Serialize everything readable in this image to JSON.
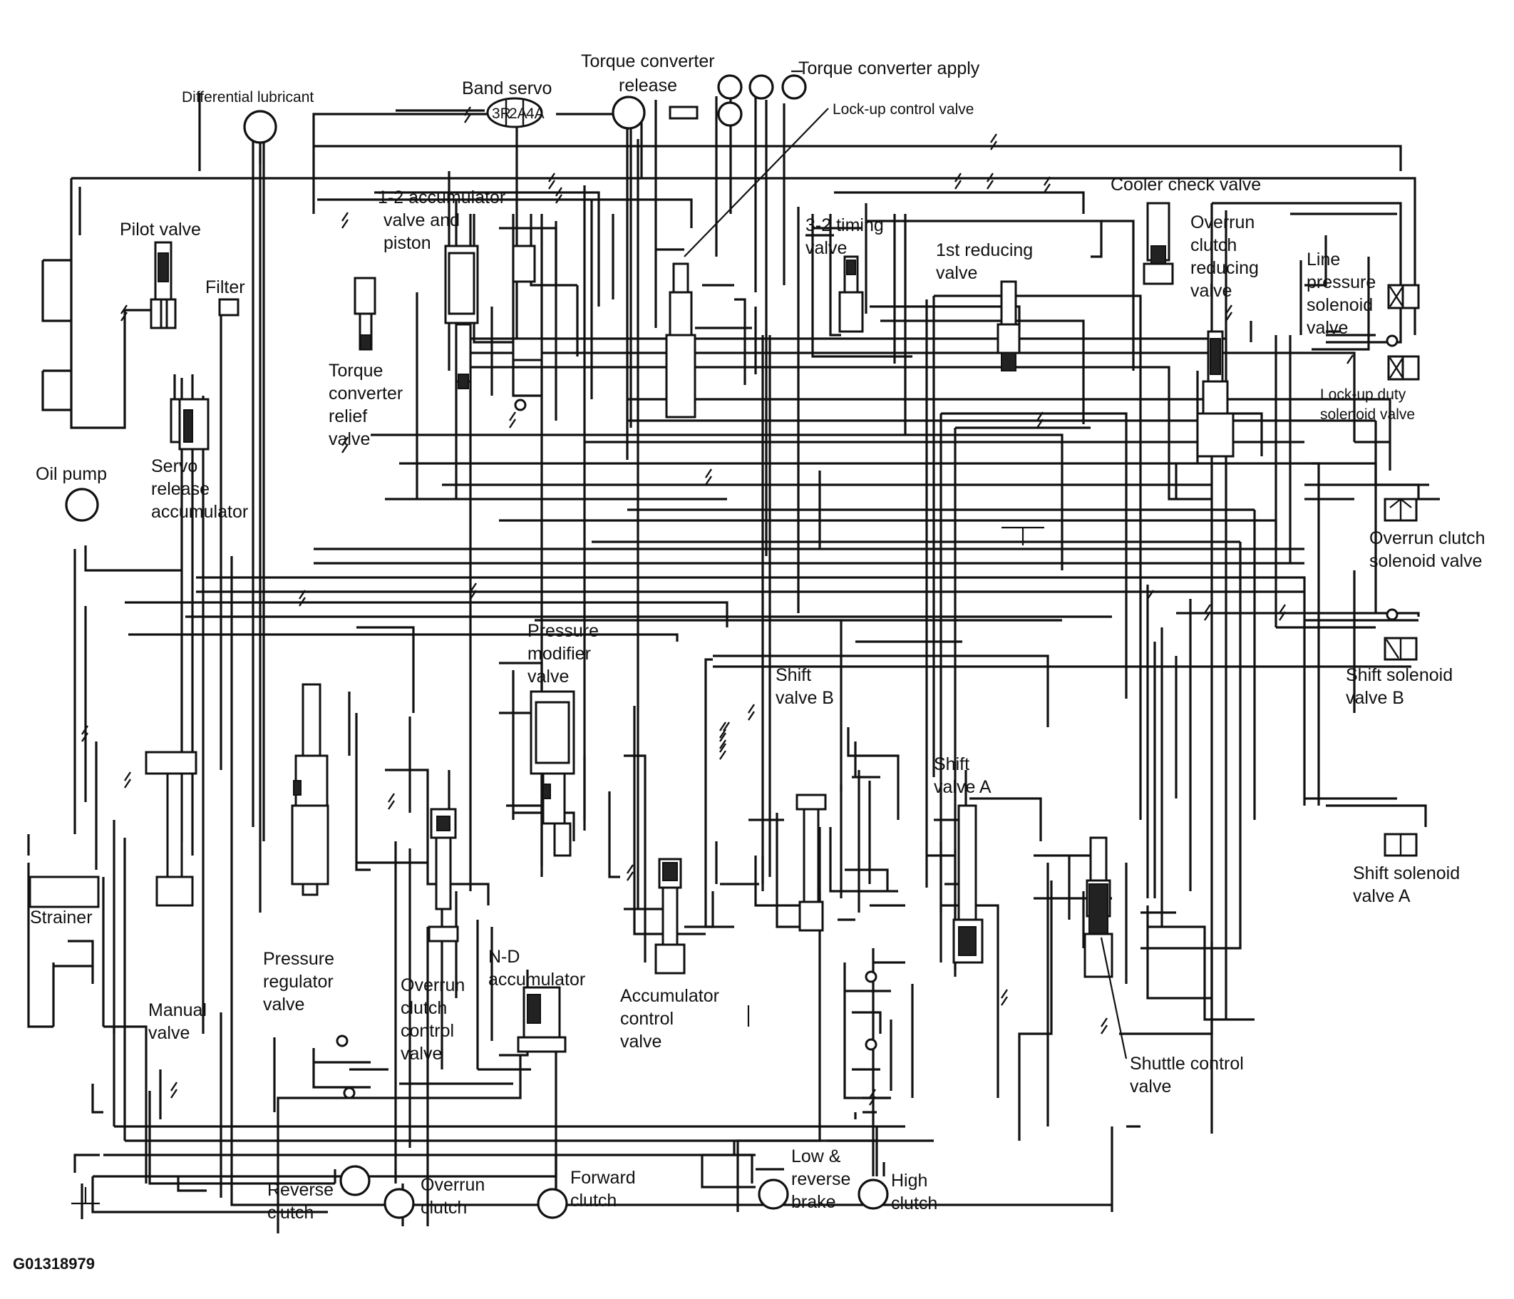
{
  "figure_id": "G01318979",
  "labels": {
    "differential_lubricant": [
      "Differential lubricant"
    ],
    "band_servo": [
      "Band servo"
    ],
    "band_servo_ports": [
      "3R",
      "2A",
      "4A"
    ],
    "torque_converter_release": [
      "Torque converter",
      "release"
    ],
    "torque_converter_apply": [
      "Torque converter apply"
    ],
    "lockup_control_valve": [
      "Lock-up control valve"
    ],
    "pilot_valve": [
      "Pilot valve"
    ],
    "filter": [
      "Filter"
    ],
    "accumulator_1_2": [
      "1-2 accumulator",
      "valve and",
      "piston"
    ],
    "timing_valve_3_2": [
      "3-2 timing",
      "valve"
    ],
    "first_reducing_valve": [
      "1st reducing",
      "valve"
    ],
    "cooler_check_valve": [
      "Cooler check valve"
    ],
    "overrun_clutch_reducing_valve": [
      "Overrun",
      "clutch",
      "reducing",
      "valve"
    ],
    "line_pressure_solenoid_valve": [
      "Line",
      "pressure",
      "solenoid",
      "valve"
    ],
    "lockup_duty_solenoid_valve": [
      "Lock-up duty",
      "solenoid valve"
    ],
    "torque_converter_relief_valve": [
      "Torque",
      "converter",
      "relief",
      "valve"
    ],
    "servo_release_accumulator": [
      "Servo",
      "release",
      "accumulator"
    ],
    "oil_pump": [
      "Oil pump"
    ],
    "overrun_clutch_solenoid_valve": [
      "Overrun clutch",
      "solenoid valve"
    ],
    "pressure_modifier_valve": [
      "Pressure",
      "modifier",
      "valve"
    ],
    "shift_valve_b": [
      "Shift",
      "valve B"
    ],
    "shift_solenoid_valve_b": [
      "Shift solenoid",
      "valve B"
    ],
    "shift_valve_a": [
      "Shift",
      "valve A"
    ],
    "shift_solenoid_valve_a": [
      "Shift solenoid",
      "valve A"
    ],
    "strainer": [
      "Strainer"
    ],
    "pressure_regulator_valve": [
      "Pressure",
      "regulator",
      "valve"
    ],
    "overrun_clutch_control_valve": [
      "Overrun",
      "clutch",
      "control",
      "valve"
    ],
    "nd_accumulator": [
      "N-D",
      "accumulator"
    ],
    "accumulator_control_valve": [
      "Accumulator",
      "control",
      "valve"
    ],
    "manual_valve": [
      "Manual",
      "valve"
    ],
    "shuttle_control_valve": [
      "Shuttle control",
      "valve"
    ],
    "reverse_clutch": [
      "Reverse",
      "clutch"
    ],
    "overrun_clutch": [
      "Overrun",
      "clutch"
    ],
    "forward_clutch": [
      "Forward",
      "clutch"
    ],
    "low_reverse_brake": [
      "Low &",
      "reverse",
      "brake"
    ],
    "high_clutch": [
      "High",
      "clutch"
    ]
  }
}
